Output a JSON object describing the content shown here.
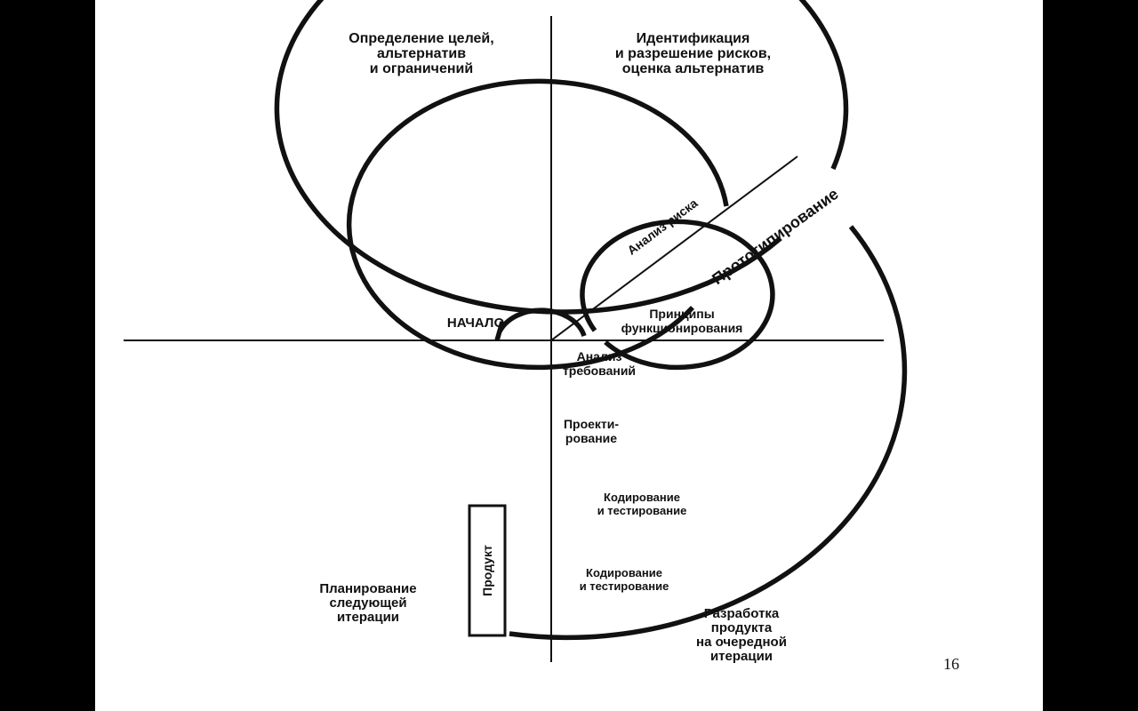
{
  "slide": {
    "page_number": "16"
  },
  "diagram": {
    "quadrant_top_left": "Определение целей,\nальтернатив\nи ограничений",
    "quadrant_top_right": "Идентификация\nи разрешение рисков,\nоценка альтернатив",
    "quadrant_bottom_left": "Планирование\nследующей\nитерации",
    "quadrant_bottom_right": "Разработка\nпродукта\nна очередной\nитерации",
    "start": "НАЧАЛО",
    "risk_analysis": "Анализ риска",
    "prototyping": "Прототипирование",
    "operating_principles": "Принципы\nфункционирования",
    "requirements_analysis": "Анализ\nтребований",
    "design": "Проекти-\nрование",
    "coding_testing_1": "Кодирование\nи тестирование",
    "coding_testing_2": "Кодирование\nи тестирование",
    "product": "Продукт"
  }
}
